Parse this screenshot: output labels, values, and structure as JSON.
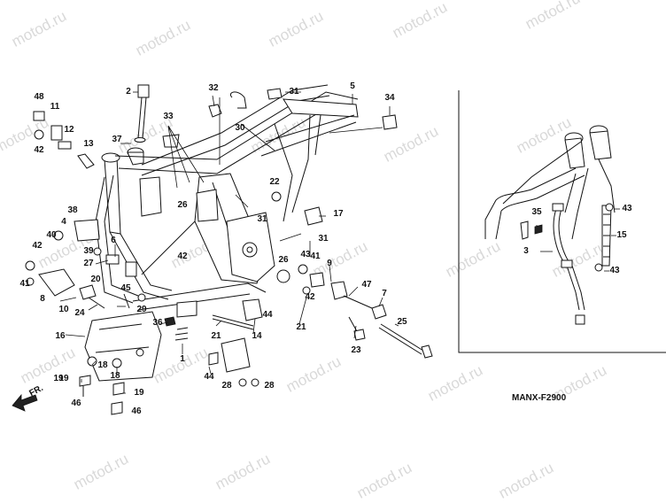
{
  "diagram": {
    "code": "MANX-F2900",
    "direction_label": "FR.",
    "watermark": "motod.ru",
    "callouts": [
      "48",
      "11",
      "12",
      "42",
      "13",
      "2",
      "37",
      "33",
      "32",
      "31",
      "5",
      "34",
      "30",
      "38",
      "4",
      "40",
      "26",
      "22",
      "31",
      "17",
      "42",
      "6",
      "39",
      "27",
      "42",
      "8",
      "41",
      "10",
      "20",
      "24",
      "45",
      "29",
      "19",
      "36",
      "1",
      "21",
      "44",
      "14",
      "26",
      "43",
      "41",
      "9",
      "42",
      "47",
      "7",
      "31",
      "21",
      "23",
      "25",
      "16",
      "18",
      "18",
      "19",
      "46",
      "19",
      "46",
      "44",
      "28",
      "28",
      "35",
      "43",
      "15",
      "3",
      "43"
    ]
  }
}
